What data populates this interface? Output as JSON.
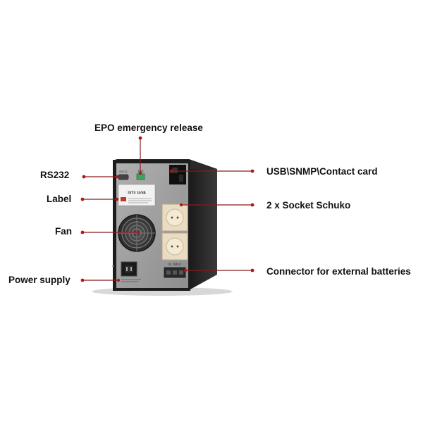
{
  "callouts": {
    "epo": "EPO emergency release",
    "rs232": "RS232",
    "label": "Label",
    "fan": "Fan",
    "power_supply": "Power supply",
    "usb_snmp": "USB\\SNMP\\Contact card",
    "socket": "2 x Socket Schuko",
    "connector": "Connector for external batteries"
  },
  "device": {
    "label_model": "IST3 1kVA",
    "epo_text": "EPO",
    "dc_input_text": "DC INPUT"
  },
  "colors": {
    "leader_line": "#8b1a1a",
    "dot": "#b01818",
    "body": "#1c1c1c",
    "panel": "#9a9a9a",
    "socket": "#e9dcc2"
  },
  "icons": {
    "fan": "fan-icon",
    "power_inlet": "power-inlet-icon",
    "socket": "schuko-socket-icon"
  }
}
